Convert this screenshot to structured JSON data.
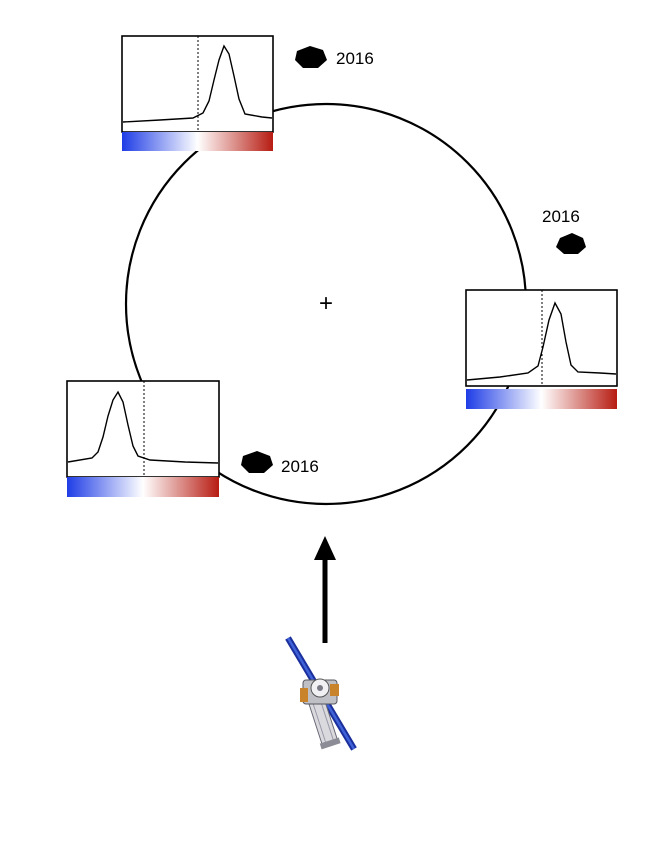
{
  "orbit": {
    "center_marker": "+"
  },
  "spectra": [
    {
      "id": "top",
      "year_label": "2016",
      "colorbar": {
        "blue": "#1f3de6",
        "white": "#ffffff",
        "red": "#b71c12"
      }
    },
    {
      "id": "right",
      "year_label": "2016",
      "colorbar": {
        "blue": "#1f3de6",
        "white": "#ffffff",
        "red": "#b71c12"
      }
    },
    {
      "id": "left",
      "year_label": "2016",
      "colorbar": {
        "blue": "#1f3de6",
        "white": "#ffffff",
        "red": "#b71c12"
      }
    }
  ],
  "observer": {
    "icon": "satellite-icon",
    "arrow": "arrow-up-icon"
  }
}
